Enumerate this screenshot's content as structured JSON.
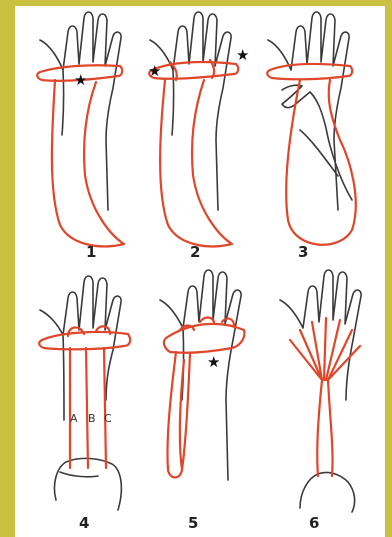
{
  "steps": [
    {
      "number": "1",
      "marker": "★"
    },
    {
      "number": "2",
      "marker": "★"
    },
    {
      "number": "3"
    },
    {
      "number": "4",
      "labels": [
        "A",
        "B",
        "C"
      ]
    },
    {
      "number": "5",
      "marker": "★"
    },
    {
      "number": "6"
    }
  ],
  "colors": {
    "frame": "#c9c13f",
    "background": "#ffffff",
    "string": "#e0462a",
    "line": "#3a3a3a"
  }
}
